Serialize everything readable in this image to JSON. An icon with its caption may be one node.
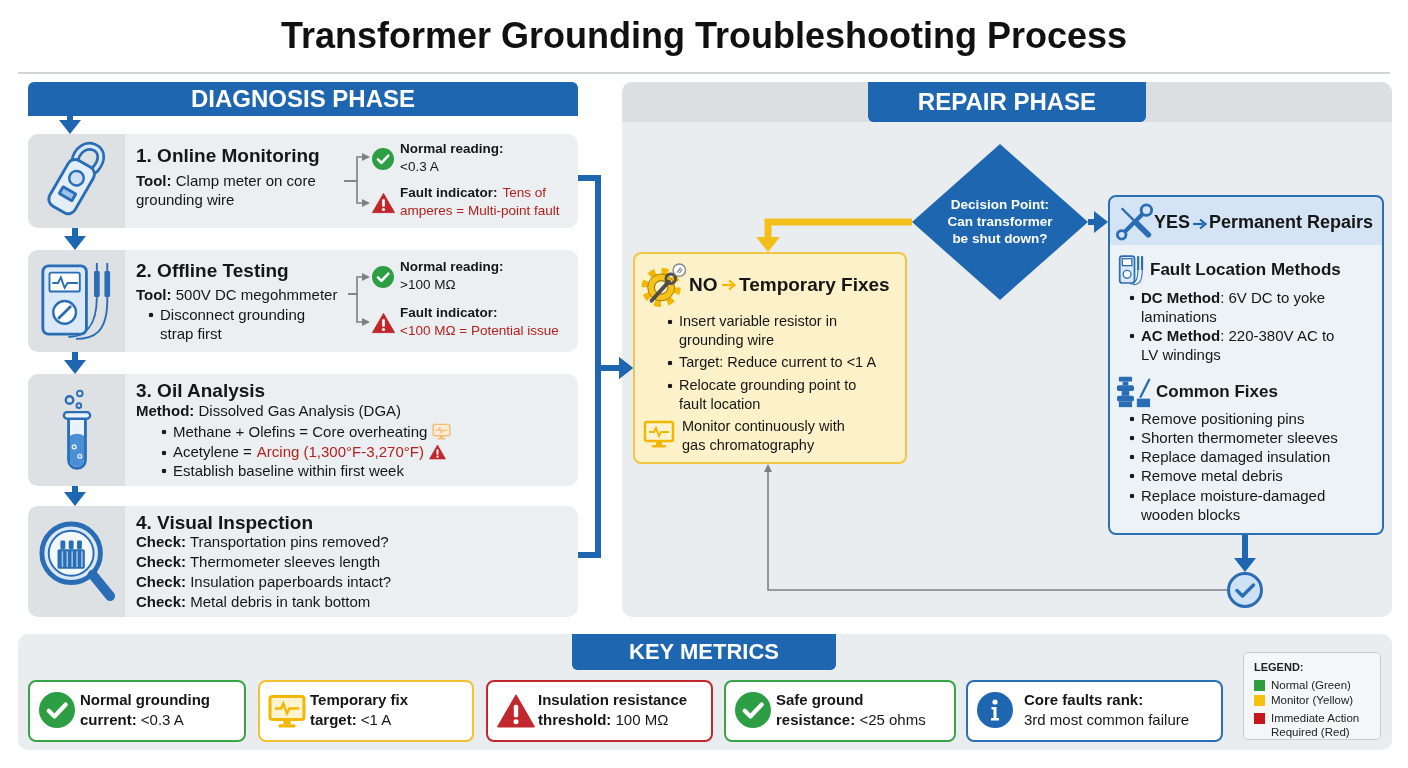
{
  "diagram": {
    "title": "Transformer Grounding Troubleshooting Process",
    "nodes": [
      {
        "text": [
          "DIAGNOSIS PHASE"
        ]
      },
      {
        "text": [
          "1. Online Monitoring"
        ]
      },
      {
        "text": [
          "**Tool:** Clamp meter on core grounding wire"
        ],
        "in": 1
      },
      {
        "text": [
          "Normal reading:",
          "<0.3 A"
        ],
        "in": 1
      },
      {
        "text": [
          "Fault indicator:",
          "Tens of amperes = Multi-point fault"
        ],
        "in": 1
      },
      {
        "text": [
          "2. Offline Testing"
        ]
      },
      {
        "text": [
          "**Tool:** 500V DC megohmmeter",
          "Disconnect grounding strap first"
        ],
        "in": 5
      },
      {
        "text": [
          "Normal reading:",
          ">100 MΩ"
        ],
        "in": 5
      },
      {
        "text": [
          "Fault indicator:",
          "<100 MΩ = Potential issue"
        ],
        "in": 5
      },
      {
        "text": [
          "3. Oil Analysis",
          "**Method:** Dissolved Gas Analysis (DGA)",
          "Methane + Olefins = Core overheating",
          "Acetylene =",
          "Arcing (1,300°F-3,270°F)",
          "Establish baseline within first week"
        ]
      },
      {
        "text": [
          "4. Visual Inspection",
          "**Check:** Transportation pins removed?",
          "**Check:** Thermometer sleeves length",
          "**Check:** Insulation paperboards intact?",
          "**Check:** Metal debris in tank bottom"
        ]
      },
      {
        "text": [
          "REPAIR PHASE"
        ]
      },
      {
        "text": [
          "Decision Point: Can transformer be shut down?"
        ],
        "in": 11
      },
      {
        "text": [
          "NO",
          "Temporary Fixes",
          "Insert variable resistor in grounding wire",
          "Target: Reduce current to <1 A",
          "Relocate grounding point to fault location",
          "Monitor continuously with gas chromatography"
        ],
        "in": 11
      },
      {
        "text": [
          "YES",
          "Permanent Repairs",
          "Fault Location Methods",
          "**DC Method**: 6V DC to yoke laminations",
          "**AC Method**: 220-380V AC to LV windings",
          "Common Fixes",
          "Remove positioning pins",
          "Shorten thermometer sleeves",
          "Replace damaged insulation",
          "Remove metal debris",
          "Replace moisture-damaged wooden blocks"
        ],
        "in": 11
      },
      {
        "text": [],
        "shape": "circle",
        "in": 11
      },
      {
        "text": [
          "KEY METRICS"
        ]
      },
      {
        "text": [
          "**Normal grounding current:** <0.3 A"
        ],
        "in": 16
      },
      {
        "text": [
          "**Temporary fix target:** <1 A"
        ],
        "in": 16
      },
      {
        "text": [
          "**Insulation resistance threshold:** 100 MΩ"
        ],
        "in": 16
      },
      {
        "text": [
          "**Safe ground resistance:** <25 ohms"
        ],
        "in": 16
      },
      {
        "text": [
          "Core faults rank:",
          "3rd most common failure"
        ],
        "in": 16
      }
    ],
    "edges": [
      {
        "from": 0,
        "to": 1,
        "arrow": "to"
      },
      {
        "from": 2,
        "to": 3,
        "arrow": "to",
        "color": "#7f7f7f"
      },
      {
        "from": 2,
        "to": 4,
        "arrow": "to",
        "color": "#7f7f7f"
      },
      {
        "from": 1,
        "to": 5,
        "arrow": "to"
      },
      {
        "from": 6,
        "to": 7,
        "arrow": "to",
        "color": "#7f7f7f"
      },
      {
        "from": 6,
        "to": 8,
        "arrow": "to",
        "color": "#7f7f7f"
      },
      {
        "from": 5,
        "to": 9,
        "arrow": "to"
      },
      {
        "from": 9,
        "to": 10,
        "arrow": "to"
      },
      {
        "from": 1,
        "to": 13,
        "arrow": "to"
      },
      {
        "from": 10,
        "to": 13,
        "arrow": "to"
      },
      {
        "from": 12,
        "to": 13,
        "arrow": "to",
        "color": "#f4be1b"
      },
      {
        "from": 12,
        "to": 14,
        "arrow": "to"
      },
      {
        "from": 14,
        "to": 15,
        "arrow": "to"
      },
      {
        "from": 15,
        "to": 13,
        "arrow": "to",
        "color": "#7f7f7f"
      }
    ],
    "labels": [
      "LEGEND:"
    ],
    "legend": [
      {
        "text": "Normal (Green)",
        "color": "#2e9e3f"
      },
      {
        "text": "Monitor (Yellow)",
        "color": "#f4c20d"
      },
      {
        "text": "Immediate Action Required (Red)",
        "color": "#c8161d"
      }
    ]
  }
}
